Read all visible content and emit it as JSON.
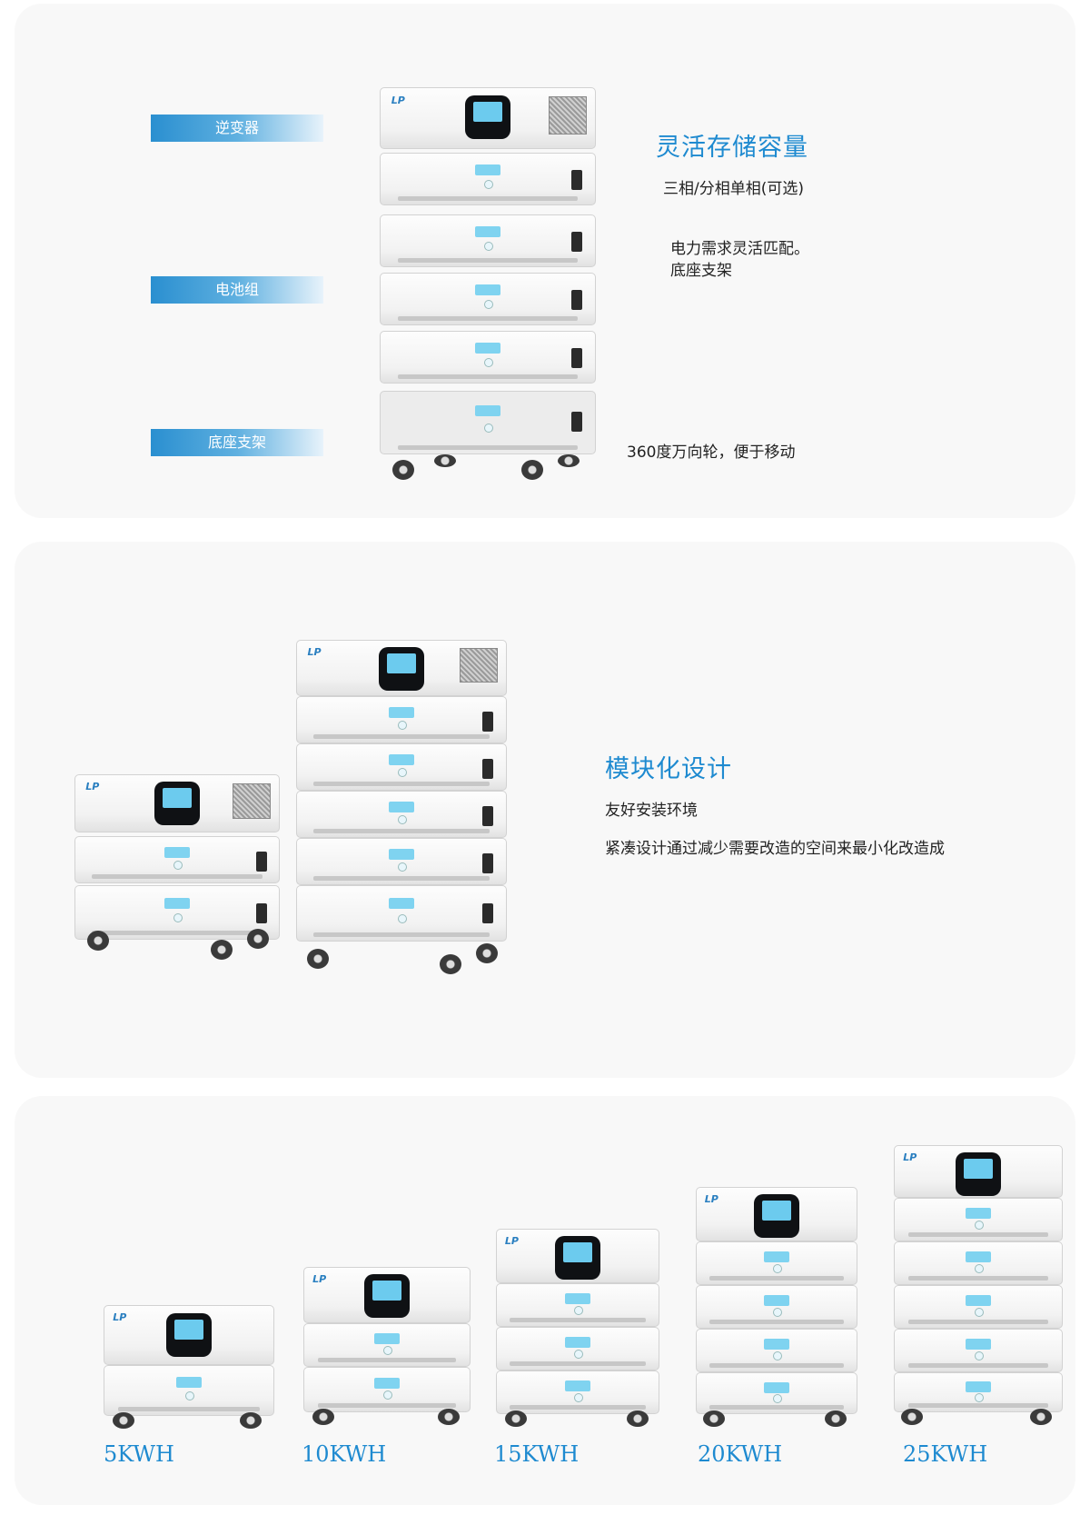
{
  "section1": {
    "tags": [
      "逆变器",
      "电池组",
      "底座支架"
    ],
    "heading": "灵活存储容量",
    "line1": "三相/分相单相(可选)",
    "line2": "电力需求灵活匹配。",
    "line3": "底座支架",
    "line4": "360度万向轮，便于移动"
  },
  "section2": {
    "heading": "模块化设计",
    "line1": "友好安装环境",
    "line2": "紧凑设计通过减少需要改造的空间来最小化改造成"
  },
  "section3": {
    "captions": [
      "5KWH",
      "10KWH",
      "15KWH",
      "20KWH",
      "25KWH"
    ]
  },
  "brand": {
    "logo": "LP",
    "accent": "#1e8ad0",
    "screen": "#6ccbee"
  }
}
